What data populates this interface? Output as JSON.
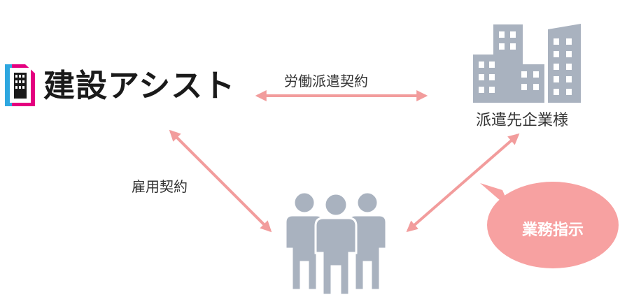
{
  "logo": {
    "text": "建設アシスト",
    "icon": "building-logo-icon",
    "colors": {
      "blue": "#2ea7e0",
      "pink": "#e4007f",
      "dark": "#1a1a1a"
    }
  },
  "labels": {
    "dispatch_contract": "労働派遣契約",
    "client_company": "派遣先企業様",
    "employment_contract": "雇用契約",
    "work_instruction": "業務指示"
  },
  "icons": {
    "buildings": "office-buildings-icon",
    "workers": "workers-group-icon"
  },
  "colors": {
    "arrow": "#f29c9c",
    "icon_gray": "#a9b2bf",
    "bubble": "#f7a1a1"
  }
}
